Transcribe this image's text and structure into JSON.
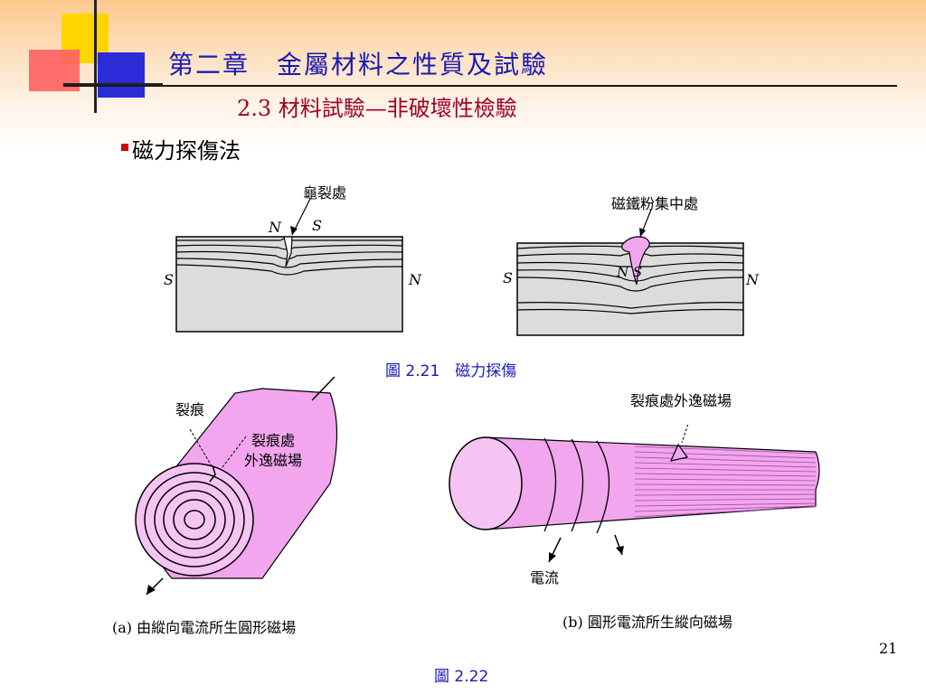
{
  "slide": {
    "title": "第二章　金屬材料之性質及試驗",
    "subtitle": "2.3  材料試驗—非破壞性檢驗",
    "bullet": "磁力探傷法",
    "page_number": "21"
  },
  "fig221": {
    "caption": "圖 2.21　磁力探傷",
    "left": {
      "label": "龜裂處",
      "N_top": "N",
      "S_top": "S",
      "S_side": "S",
      "N_side": "N"
    },
    "right": {
      "label": "磁鐵粉集中處",
      "NS_mid": "N S",
      "S_side": "S",
      "N_side": "N"
    }
  },
  "fig222": {
    "caption": "圖 2.22",
    "a": {
      "label_crack": "裂痕",
      "label_leak_1": "裂痕處",
      "label_leak_2": "外逸磁場",
      "caption": "(a) 由縱向電流所生圓形磁場"
    },
    "b": {
      "label_leak": "裂痕處外逸磁場",
      "label_current": "電流",
      "caption": "(b) 圓形電流所生縱向磁場"
    }
  },
  "colors": {
    "title": "#1a1ab4",
    "subtitle": "#a0002a",
    "caption": "#1a1ab4",
    "pink": "#f2a6ee"
  }
}
